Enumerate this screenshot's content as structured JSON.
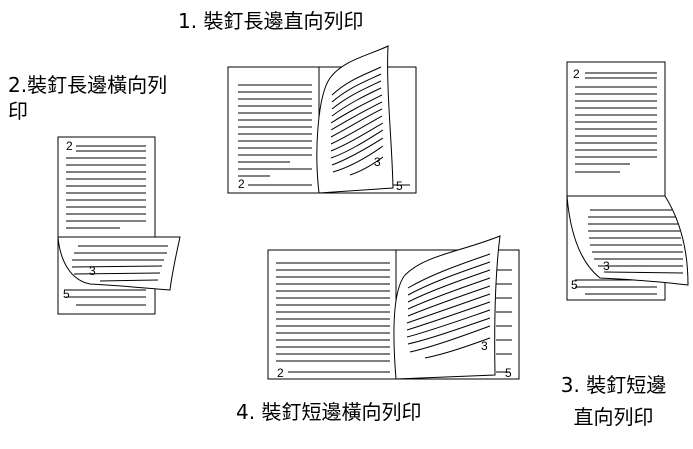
{
  "labels": {
    "binding1": "1. 裝釘長邊直向列印",
    "binding2_line1": "2.裝釘長邊橫向列",
    "binding2_line2": "印",
    "binding3_line1": "3. 裝釘短邊",
    "binding3_line2": "直向列印",
    "binding4": "4. 裝釘短邊橫向列印"
  },
  "page_numbers": {
    "fig1_left": "2",
    "fig1_curl": "3",
    "fig1_right": "5",
    "fig2_top": "2",
    "fig2_curl": "3",
    "fig2_bottom": "5",
    "fig3_top": "2",
    "fig3_curl": "3",
    "fig3_bottom": "5",
    "fig4_left": "2",
    "fig4_curl": "3",
    "fig4_right": "5"
  },
  "colors": {
    "ink": "#000000",
    "paper": "#ffffff"
  }
}
